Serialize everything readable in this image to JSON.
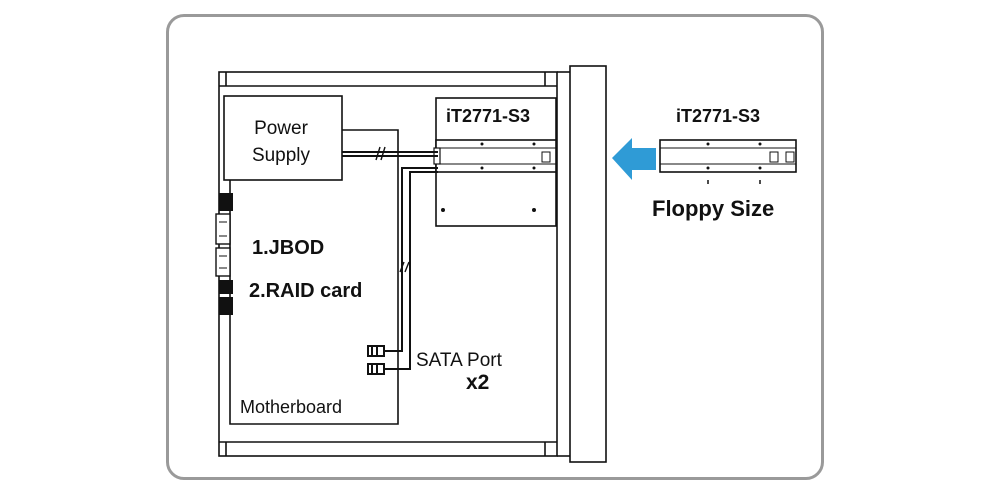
{
  "labels": {
    "power_supply_line1": "Power",
    "power_supply_line2": "Supply",
    "bay_model": "iT2771-S3",
    "external_model": "iT2771-S3",
    "floppy_size": "Floppy Size",
    "jbod": "1.JBOD",
    "raid_card": "2.RAID card",
    "sata_port": "SATA Port",
    "sata_count": "x2",
    "motherboard": "Motherboard"
  },
  "colors": {
    "arrow": "#2f9bd6",
    "frame_border": "#9a9a9a",
    "line": "#111111"
  }
}
